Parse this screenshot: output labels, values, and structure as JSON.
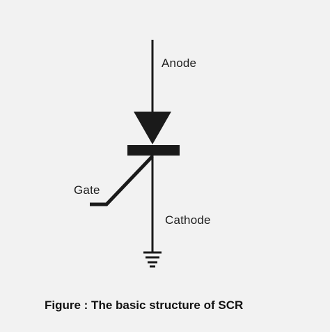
{
  "labels": {
    "anode": "Anode",
    "gate": "Gate",
    "cathode": "Cathode"
  },
  "caption": "Figure : The basic structure of SCR",
  "colors": {
    "background": "#f2f2f2",
    "stroke": "#1a1a1a"
  },
  "icons": [
    "ground-icon"
  ]
}
